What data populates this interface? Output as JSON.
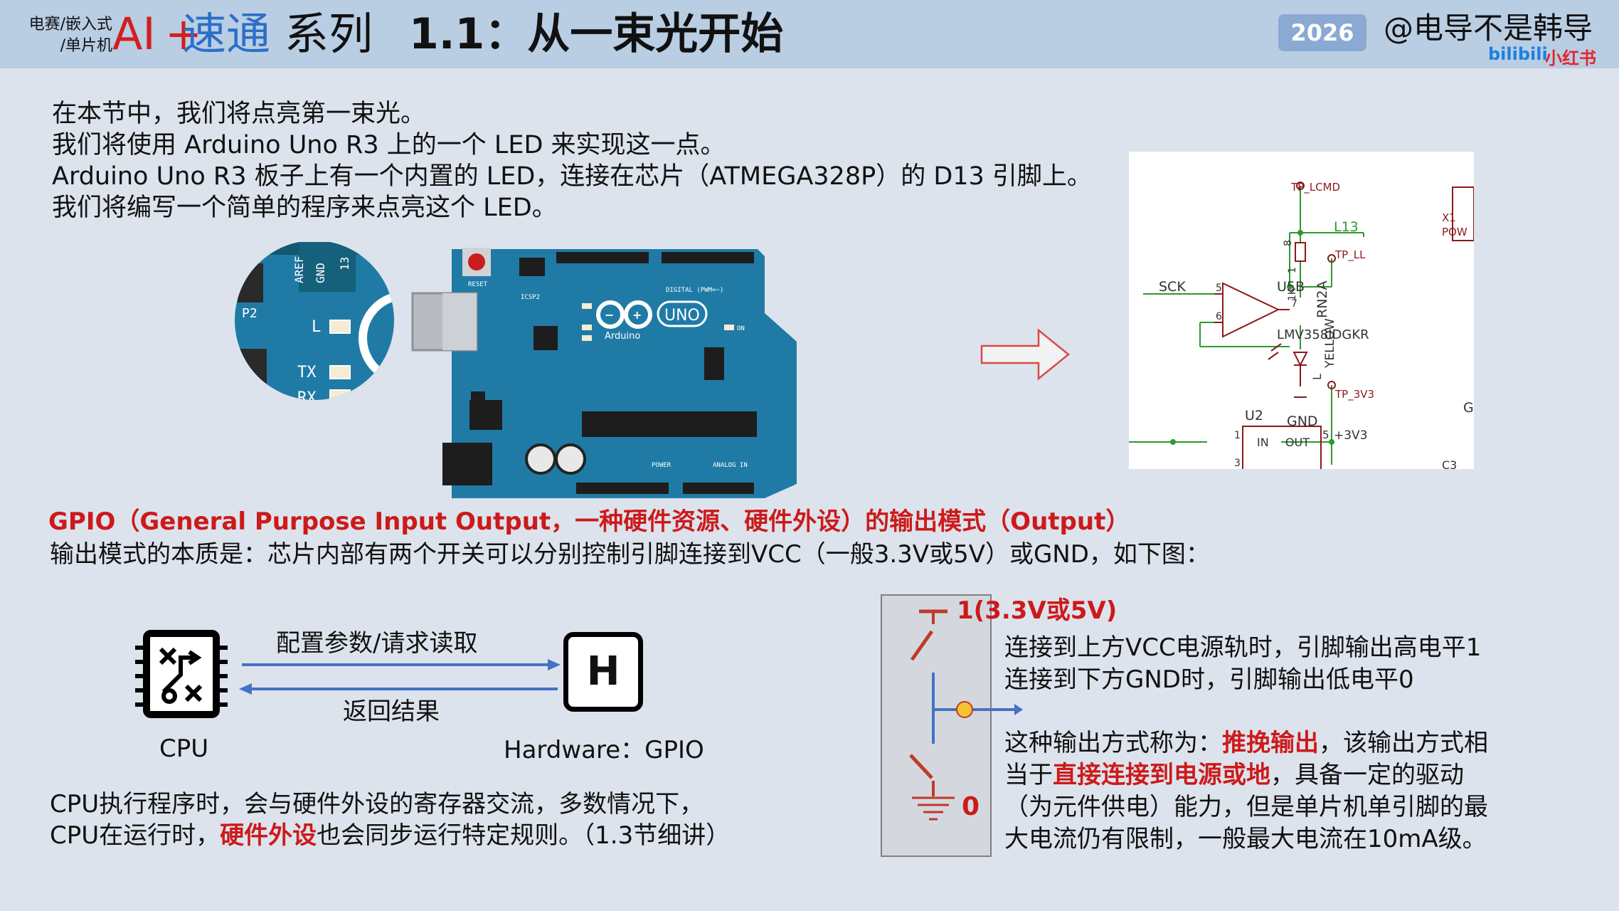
{
  "header": {
    "small_line1": "电赛/嵌入式",
    "small_line2": "/单片机",
    "ai": "AI",
    "plus": "+",
    "sutong": "速通",
    "series": "系列",
    "title": "1.1：从一束光开始",
    "year": "2026",
    "author": "@电导不是韩导",
    "bilibili": "bilibili",
    "xiaohongshu": "小红书"
  },
  "intro": [
    "在本节中，我们将点亮第一束光。",
    "我们将使用 Arduino Uno R3 上的一个 LED 来实现这一点。",
    "Arduino Uno R3 板子上有一个内置的 LED，连接在芯片（ATMEGA328P）的 D13 引脚上。",
    "我们将编写一个简单的程序来点亮这个 LED。"
  ],
  "board": {
    "zoom_labels": [
      "AREF",
      "GND",
      "13",
      "L",
      "TX",
      "RX",
      "P2"
    ],
    "logo": "UNO",
    "brand": "Arduino",
    "reset": "RESET",
    "icsp": "ICSP2",
    "on": "ON",
    "power": "POWER",
    "analog": "ANALOG IN",
    "digital": "DIGITAL (PWM=~)"
  },
  "schematic": {
    "labels": [
      "TP_LCMD",
      "X1",
      "POW",
      "L13",
      "SCK",
      "5",
      "6",
      "U5B",
      "7",
      "1K",
      "8",
      "1",
      "RN2A",
      "TP_LL",
      "LMV358IDGKR",
      "L",
      "YELLOW",
      "TP_3V3",
      "GND",
      "G",
      "U2",
      "IN",
      "OUT",
      "5",
      "+3V3",
      "1",
      "3",
      "C3"
    ]
  },
  "gpio": {
    "title": "GPIO（General Purpose Input Output，一种硬件资源、硬件外设）的输出模式（Output）",
    "desc": "输出模式的本质是：芯片内部有两个开关可以分别控制引脚连接到VCC（一般3.3V或5V）或GND，如下图："
  },
  "cpu_diagram": {
    "request_label": "配置参数/请求读取",
    "return_label": "返回结果",
    "cpu_label": "CPU",
    "hw_letter": "H",
    "hw_label": "Hardware：GPIO"
  },
  "bottom_left": {
    "line1": "CPU执行程序时，会与硬件外设的寄存器交流，多数情况下，",
    "line2_a": "CPU在运行时，",
    "line2_red": "硬件外设",
    "line2_b": "也会同步运行特定规则。（1.3节细讲）"
  },
  "switch_diagram": {
    "high_label": "1(3.3V或5V)",
    "low_label": "0"
  },
  "right_text": {
    "line1": "连接到上方VCC电源轨时，引脚输出高电平1",
    "line2": "连接到下方GND时，引脚输出低电平0",
    "p2_a": "这种输出方式称为：",
    "p2_red1": "推挽输出",
    "p2_b": "，该输出方式相",
    "p2_c": "当于",
    "p2_red2": "直接连接到电源或地",
    "p2_d": "，具备一定的驱动",
    "p2_e": "（为元件供电）能力，但是单片机单引脚的最",
    "p2_f": "大电流仍有限制，一般最大电流在10mA级。"
  },
  "colors": {
    "header_bg": "#b9cde3",
    "page_bg": "#dde3ec",
    "accent_red": "#cc1a1a",
    "accent_blue": "#2a6fc9",
    "board_blue": "#1f7ba6",
    "arrow_blue": "#4472c4"
  }
}
